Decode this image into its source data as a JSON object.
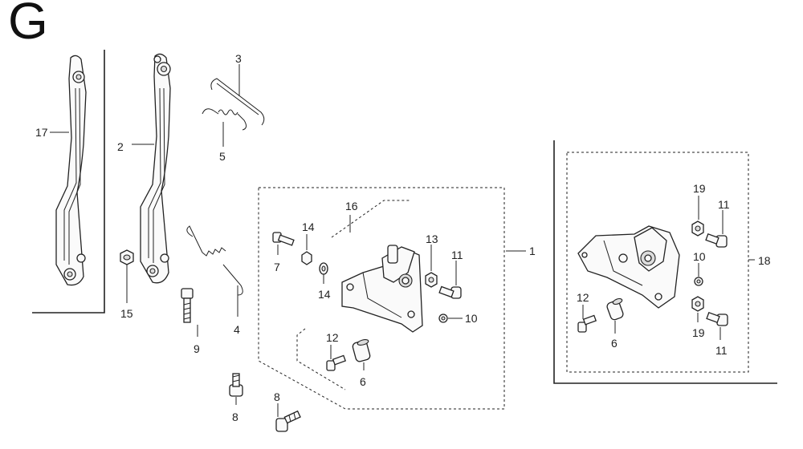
{
  "section_letter": "G",
  "callouts": {
    "p17": "17",
    "p2": "2",
    "p3": "3",
    "p5": "5",
    "p15": "15",
    "p9": "9",
    "p4": "4",
    "p16": "16",
    "p1": "1",
    "p7": "7",
    "p14a": "14",
    "p14b": "14",
    "p13": "13",
    "p11a": "11",
    "p10a": "10",
    "p12a": "12",
    "p6a": "6",
    "p8a": "8",
    "p8b": "8",
    "p19a": "19",
    "p11b": "11",
    "p10b": "10",
    "p18": "18",
    "p12b": "12",
    "p6b": "6",
    "p19b": "19",
    "p11c": "11"
  },
  "icons": [
    "throttle-lever-17",
    "control-lever-2",
    "return-spring-3",
    "tension-spring-5",
    "control-spring-4",
    "control-base-assembly-1",
    "control-base-assembly-18"
  ]
}
